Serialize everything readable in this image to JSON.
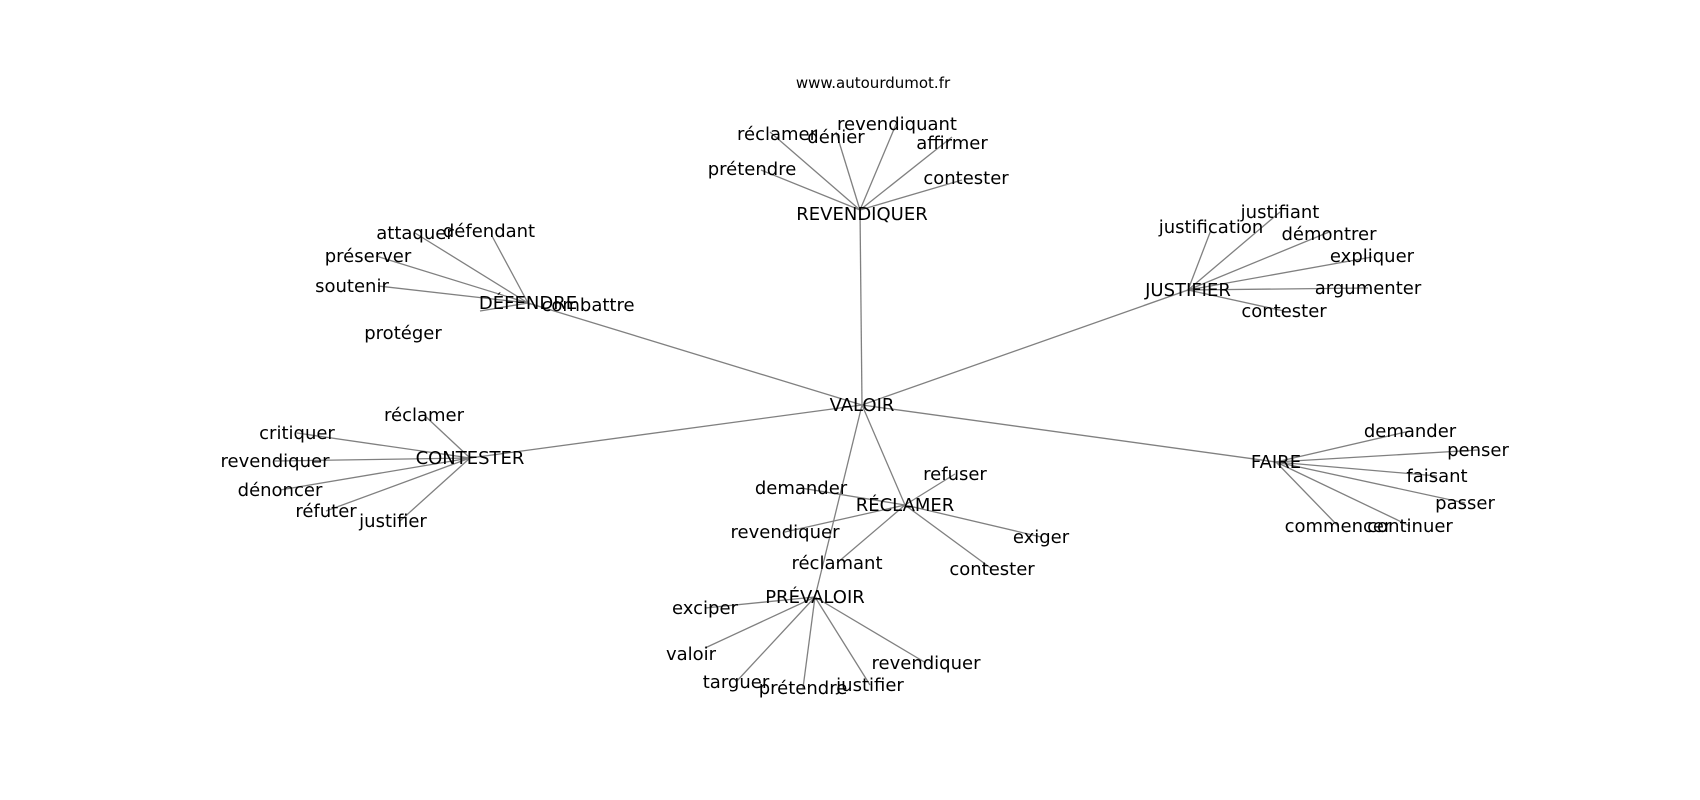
{
  "website": "www.autourdumot.fr",
  "diagram": {
    "center": "VALOIR",
    "clusters": [
      {
        "hub": "REVENDIQUER",
        "words": [
          "réclamer",
          "dénier",
          "revendiquant",
          "affirmer",
          "prétendre",
          "contester"
        ]
      },
      {
        "hub": "DÉFENDRE",
        "words": [
          "attaquer",
          "défendant",
          "préserver",
          "soutenir",
          "protéger",
          "combattre"
        ]
      },
      {
        "hub": "JUSTIFIER",
        "words": [
          "justification",
          "justifiant",
          "démontrer",
          "expliquer",
          "argumenter",
          "contester"
        ]
      },
      {
        "hub": "CONTESTER",
        "words": [
          "réclamer",
          "critiquer",
          "revendiquer",
          "dénoncer",
          "réfuter",
          "justifier"
        ]
      },
      {
        "hub": "FAIRE",
        "words": [
          "demander",
          "penser",
          "faisant",
          "passer",
          "continuer",
          "commencer"
        ]
      },
      {
        "hub": "RÉCLAMER",
        "words": [
          "refuser",
          "demander",
          "revendiquer",
          "exiger",
          "contester",
          "réclamant"
        ]
      },
      {
        "hub": "PRÉVALOIR",
        "words": [
          "exciper",
          "valoir",
          "targuer",
          "prétendre",
          "justifier",
          "revendiquer"
        ]
      }
    ]
  }
}
